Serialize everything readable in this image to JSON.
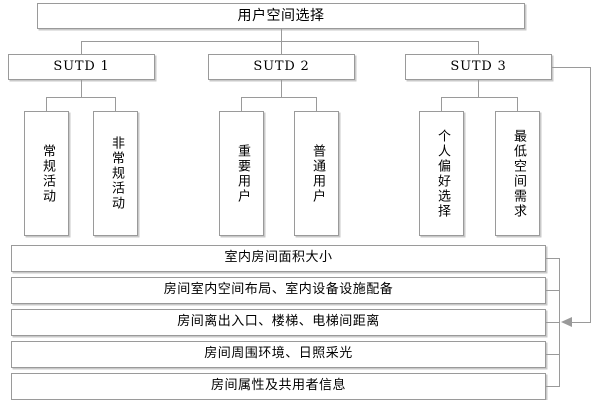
{
  "diagram": {
    "title": "用户空间选择",
    "root": {
      "label": "用户空间选择"
    },
    "branches": [
      {
        "label": "SUTD 1"
      },
      {
        "label": "SUTD 2"
      },
      {
        "label": "SUTD 3"
      }
    ],
    "leaves": [
      {
        "label": "常规活动",
        "parent": "SUTD 1"
      },
      {
        "label": "非常规活动",
        "parent": "SUTD 1"
      },
      {
        "label": "重要用户",
        "parent": "SUTD 2"
      },
      {
        "label": "普通用户",
        "parent": "SUTD 2"
      },
      {
        "label": "个人偏好选择",
        "parent": "SUTD 3"
      },
      {
        "label": "最低空间需求",
        "parent": "SUTD 3"
      }
    ],
    "criteria": [
      {
        "label": "室内房间面积大小"
      },
      {
        "label": "房间室内空间布局、室内设备设施配备"
      },
      {
        "label": "房间离出入口、楼梯、电梯间距离"
      },
      {
        "label": "房间周围环境、日照采光"
      },
      {
        "label": "房间属性及共用者信息"
      }
    ],
    "colors": {
      "line": "#9a9a9a",
      "box_border": "#9a9a9a",
      "box_fill": "#ffffff",
      "text": "#000000",
      "shadow": "#c9c9c9"
    }
  }
}
